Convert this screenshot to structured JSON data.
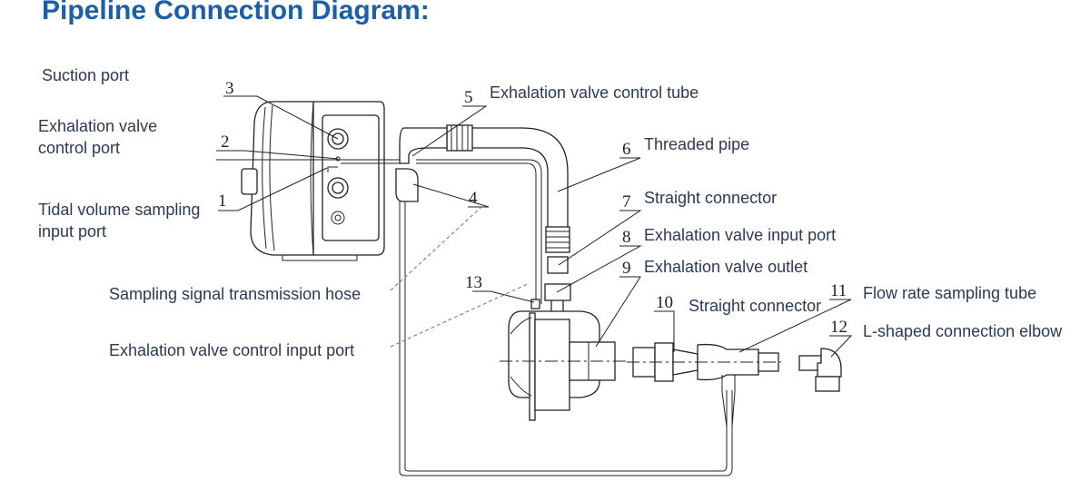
{
  "title": "Pipeline Connection Diagram:",
  "colors": {
    "title": "#1a5fa8",
    "text": "#2b3a55",
    "lines": "#222222",
    "dashed": "#4a79b8"
  },
  "labels": {
    "suction_port": "Suction port",
    "exhalation_valve_control_port_line1": "Exhalation valve",
    "exhalation_valve_control_port_line2": "control port",
    "tidal_volume_line1": "Tidal volume sampling",
    "tidal_volume_line2": "input port",
    "sampling_signal_hose": "Sampling signal transmission hose",
    "exhalation_valve_control_input_port": "Exhalation valve control input port",
    "exhalation_valve_control_tube": "Exhalation valve control tube",
    "threaded_pipe": "Threaded pipe",
    "straight_connector_7": "Straight connector",
    "exhalation_valve_input_port": "Exhalation valve input port",
    "exhalation_valve_outlet": "Exhalation valve outlet",
    "straight_connector_10": "Straight connector",
    "flow_rate_sampling_tube": "Flow rate sampling tube",
    "l_shaped_elbow": "L-shaped connection elbow"
  },
  "numbers": {
    "n1": "1",
    "n2": "2",
    "n3": "3",
    "n4": "4",
    "n5": "5",
    "n6": "6",
    "n7": "7",
    "n8": "8",
    "n9": "9",
    "n10": "10",
    "n11": "11",
    "n12": "12",
    "n13": "13"
  },
  "icons": [
    "ventilator-device-icon",
    "exhalation-valve-icon",
    "l-elbow-icon"
  ]
}
